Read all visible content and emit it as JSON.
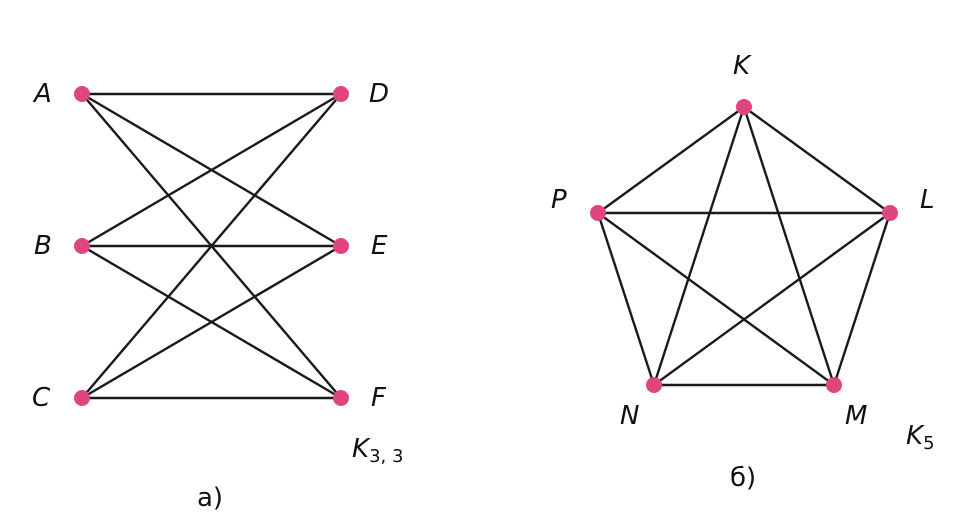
{
  "node_color": "#e0457f",
  "edge_color": "#1a1a1a",
  "left": {
    "caption": "а)",
    "graph_name": "K",
    "graph_sub": "3, 3",
    "labels": {
      "A": "A",
      "B": "B",
      "C": "C",
      "D": "D",
      "E": "E",
      "F": "F"
    }
  },
  "right": {
    "caption": "б)",
    "graph_name": "K",
    "graph_sub": "5",
    "labels": {
      "K": "K",
      "L": "L",
      "M": "M",
      "N": "N",
      "P": "P"
    }
  }
}
